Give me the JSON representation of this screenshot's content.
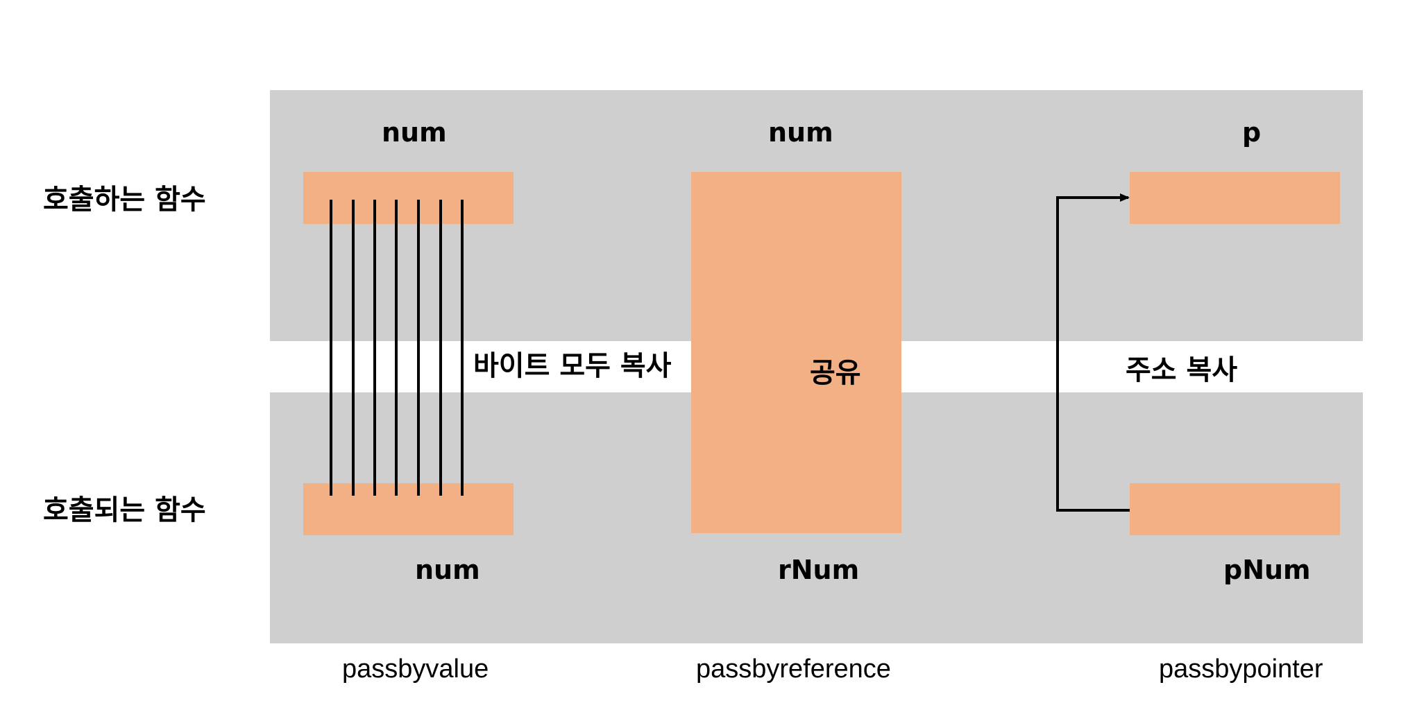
{
  "rows": {
    "caller": "호출하는 함수",
    "callee": "호출되는 함수"
  },
  "value": {
    "top_var": "num",
    "bottom_var": "num",
    "middle": "바이트 모두 복사",
    "caption": "passbyvalue"
  },
  "reference": {
    "top_var": "num",
    "bottom_var": "rNum",
    "middle": "공유",
    "caption": "passbyreference"
  },
  "pointer": {
    "top_var": "p",
    "bottom_var": "pNum",
    "middle": "주소 복사",
    "caption": "passbypointer"
  },
  "colors": {
    "band": "#d0cfd0",
    "box": "#f2b084",
    "line": "#000000"
  }
}
